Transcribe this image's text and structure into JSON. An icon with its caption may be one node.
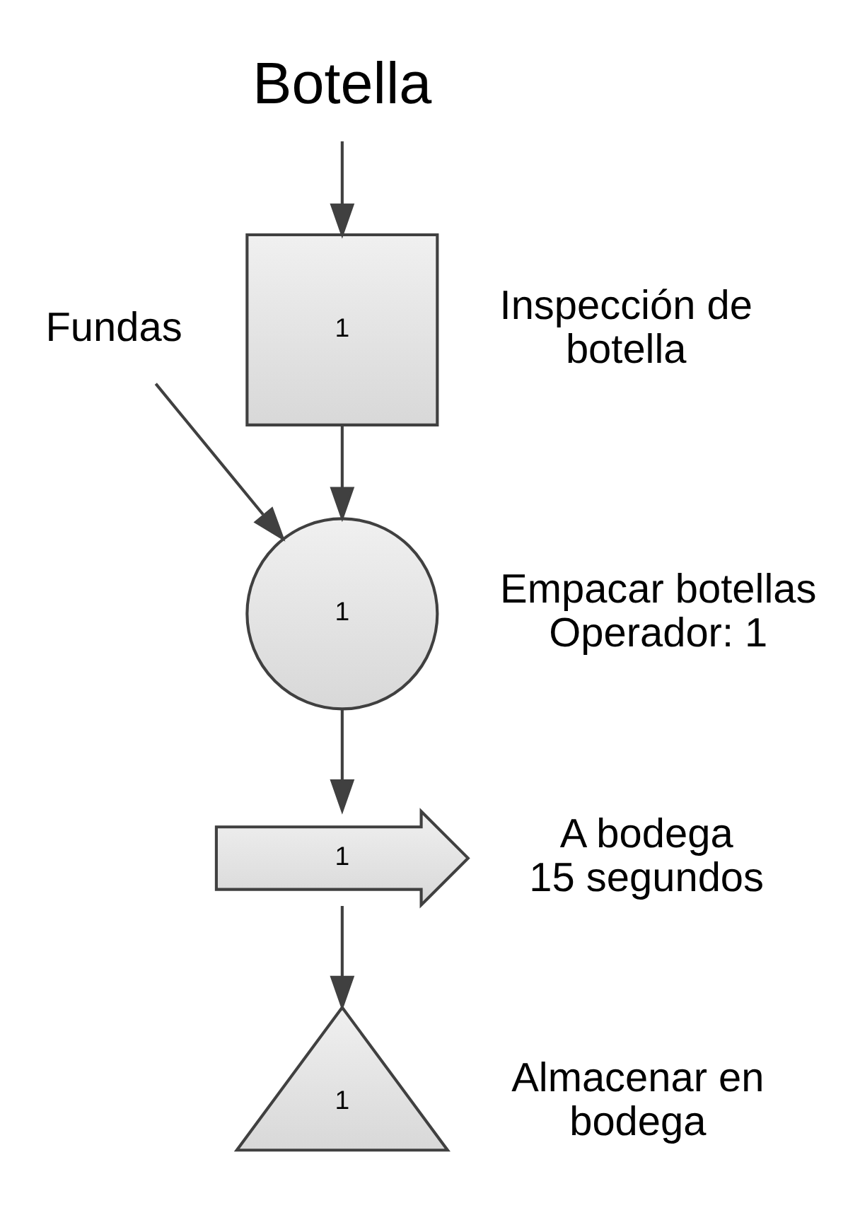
{
  "diagram": {
    "nodes": [
      {
        "text": [
          "Botella"
        ]
      },
      {
        "text": [
          "1"
        ],
        "beside": [
          "Inspección de botella"
        ]
      },
      {
        "text": [
          "Fundas"
        ]
      },
      {
        "text": [
          "1"
        ],
        "beside": [
          "Empacar botellas",
          "Operador: 1"
        ]
      },
      {
        "text": [
          "1"
        ],
        "beside": [
          "A bodega",
          "15 segundos"
        ]
      },
      {
        "text": [
          "1"
        ],
        "beside": [
          "Almacenar en bodega"
        ]
      }
    ],
    "edges": [
      {
        "from": 0,
        "to": 1,
        "arrow": "to"
      },
      {
        "from": 1,
        "to": 3,
        "arrow": "to"
      },
      {
        "from": 2,
        "to": 3,
        "arrow": "to"
      },
      {
        "from": 3,
        "to": 4,
        "arrow": "to"
      },
      {
        "from": 4,
        "to": 5,
        "arrow": "to"
      }
    ]
  }
}
